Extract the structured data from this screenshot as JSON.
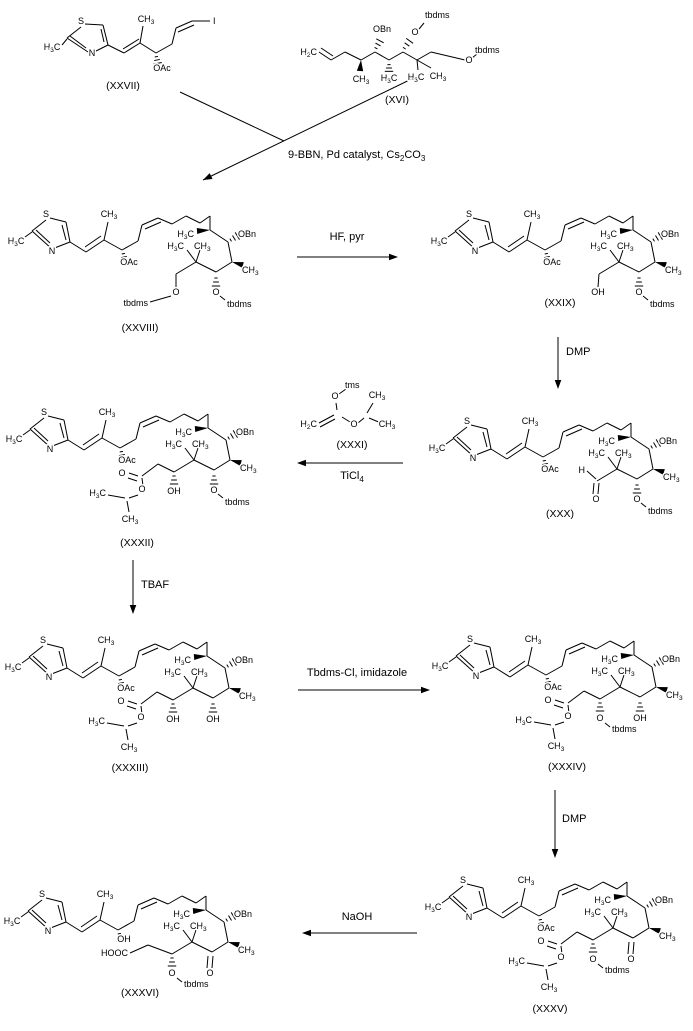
{
  "scheme": {
    "structures": {
      "xxvii": {
        "caption": "(XXVII)",
        "labels": {
          "h3c_ring": "H3C",
          "s": "S",
          "n": "N",
          "ch3_top": "CH3",
          "oac": "OAc",
          "iodo": "I"
        }
      },
      "xvi": {
        "caption": "(XVI)",
        "labels": {
          "h2c": "H2C",
          "ch3_w": "CH3",
          "obn": "OBn",
          "h3c_b": "H3C",
          "o_top": "O",
          "tbdms_top": "tbdms",
          "h3c_gem": "H3C",
          "ch3_gem": "CH3",
          "o_right": "O",
          "tbdms_right": "tbdms"
        }
      },
      "xxviii": {
        "caption": "(XXVIII)",
        "labels": {
          "h3c_ring": "H3C",
          "s": "S",
          "n": "N",
          "ch3_top": "CH3",
          "oac": "OAc",
          "h3c_w": "H3C",
          "obn": "OBn",
          "h3c_gem": "H3C",
          "ch3_gem": "CH3",
          "ch3_r": "CH3",
          "left_o": "O",
          "left_tbdms": "tbdms",
          "sub_o": "O",
          "sub_tbdms": "tbdms"
        }
      },
      "xxix": {
        "caption": "(XXIX)",
        "labels": {
          "h3c_ring": "H3C",
          "s": "S",
          "n": "N",
          "ch3_top": "CH3",
          "oac": "OAc",
          "h3c_w": "H3C",
          "obn": "OBn",
          "h3c_gem": "H3C",
          "ch3_gem": "CH3",
          "ch3_r": "CH3",
          "left_oh": "OH",
          "sub_o": "O",
          "sub_tbdms": "tbdms"
        }
      },
      "xxx": {
        "caption": "(XXX)",
        "labels": {
          "h3c_ring": "H3C",
          "s": "S",
          "n": "N",
          "ch3_top": "CH3",
          "oac": "OAc",
          "h3c_w": "H3C",
          "obn": "OBn",
          "h3c_gem": "H3C",
          "ch3_gem": "CH3",
          "ch3_r": "CH3",
          "ald_h": "H",
          "ald_o": "O",
          "sub_o": "O",
          "sub_tbdms": "tbdms"
        }
      },
      "xxxi": {
        "caption": "(XXXI)",
        "labels": {
          "tms": "tms",
          "o_tms": "O",
          "h2c": "H2C",
          "o_est": "O",
          "ch3_a": "CH3",
          "ch3_b": "CH3"
        }
      },
      "xxxii": {
        "caption": "(XXXII)",
        "labels": {
          "h3c_ring": "H3C",
          "s": "S",
          "n": "N",
          "ch3_top": "CH3",
          "oac": "OAc",
          "h3c_w": "H3C",
          "obn": "OBn",
          "h3c_gem": "H3C",
          "ch3_gem": "CH3",
          "ch3_r": "CH3",
          "est_od": "O",
          "est_o": "O",
          "ipr_h3c": "H3C",
          "ipr_ch3": "CH3",
          "subl_oh": "OH",
          "sub_o": "O",
          "sub_tbdms": "tbdms"
        }
      },
      "xxxiii": {
        "caption": "(XXXIII)",
        "labels": {
          "h3c_ring": "H3C",
          "s": "S",
          "n": "N",
          "ch3_top": "CH3",
          "oac": "OAc",
          "h3c_w": "H3C",
          "obn": "OBn",
          "h3c_gem": "H3C",
          "ch3_gem": "CH3",
          "ch3_r": "CH3",
          "est_od": "O",
          "est_o": "O",
          "ipr_h3c": "H3C",
          "ipr_ch3": "CH3",
          "subl_oh": "OH",
          "subr_oh": "OH"
        }
      },
      "xxxiv": {
        "caption": "(XXXIV)",
        "labels": {
          "h3c_ring": "H3C",
          "s": "S",
          "n": "N",
          "ch3_top": "CH3",
          "oac": "OAc",
          "h3c_w": "H3C",
          "obn": "OBn",
          "h3c_gem": "H3C",
          "ch3_gem": "CH3",
          "ch3_r": "CH3",
          "est_od": "O",
          "est_o": "O",
          "ipr_h3c": "H3C",
          "ipr_ch3": "CH3",
          "subl_o": "O",
          "subl_tbdms": "tbdms",
          "subr_oh": "OH"
        }
      },
      "xxxv": {
        "caption": "(XXXV)",
        "labels": {
          "h3c_ring": "H3C",
          "s": "S",
          "n": "N",
          "ch3_top": "CH3",
          "oac": "OAc",
          "h3c_w": "H3C",
          "obn": "OBn",
          "h3c_gem": "H3C",
          "ch3_gem": "CH3",
          "ch3_r": "CH3",
          "est_od": "O",
          "est_o": "O",
          "ipr_h3c": "H3C",
          "ipr_ch3": "CH3",
          "subl_o": "O",
          "subl_tbdms": "tbdms",
          "ket_o": "O"
        }
      },
      "xxxvi": {
        "caption": "(XXXVI)",
        "labels": {
          "h3c_ring": "H3C",
          "s": "S",
          "n": "N",
          "ch3_top": "CH3",
          "oh_allylic": "OH",
          "h3c_w": "H3C",
          "obn": "OBn",
          "h3c_gem": "H3C",
          "ch3_gem": "CH3",
          "ch3_r": "CH3",
          "hooc": "HOOC",
          "subl_o": "O",
          "subl_tbdms": "tbdms",
          "ket_o": "O"
        }
      }
    },
    "arrows": {
      "coupling": {
        "label": "9-BBN, Pd catalyst, Cs2CO3"
      },
      "hf": {
        "label": "HF, pyr"
      },
      "dmp1": {
        "label": "DMP"
      },
      "ticl4": {
        "label": "TiCl4"
      },
      "tbaf": {
        "label": "TBAF"
      },
      "tbdmscl": {
        "label": "Tbdms-Cl, imidazole"
      },
      "dmp2": {
        "label": "DMP"
      },
      "naoh": {
        "label": "NaOH"
      }
    }
  }
}
